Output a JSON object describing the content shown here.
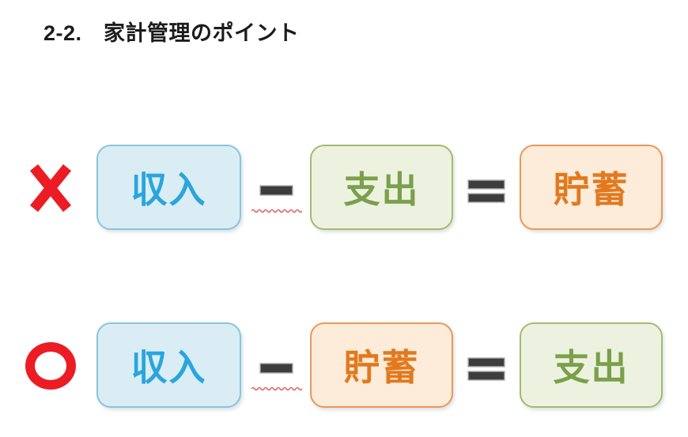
{
  "title": "2-2.　家計管理のポイント",
  "rows": [
    {
      "mark": "cross",
      "terms": [
        {
          "label": "収入",
          "variant": "blue"
        },
        {
          "label": "支出",
          "variant": "green"
        },
        {
          "label": "貯蓄",
          "variant": "orange"
        }
      ],
      "operators": [
        "−",
        "="
      ]
    },
    {
      "mark": "circle",
      "terms": [
        {
          "label": "収入",
          "variant": "blue"
        },
        {
          "label": "貯蓄",
          "variant": "orange"
        },
        {
          "label": "支出",
          "variant": "green"
        }
      ],
      "operators": [
        "−",
        "="
      ]
    }
  ],
  "colors": {
    "mark_red": "#ec1c24",
    "operator_gray": "#3d3d3d",
    "squiggle_red": "#e06b6b",
    "blue_fill": "#daedf5",
    "blue_border": "#8ac4dd",
    "blue_text": "#2aa5dd",
    "green_fill": "#edf2e0",
    "green_border": "#a3bb6d",
    "green_text": "#7aa04b",
    "orange_fill": "#fdecd9",
    "orange_border": "#e9995a",
    "orange_text": "#e2791f",
    "title_text": "#1c1c1c"
  }
}
